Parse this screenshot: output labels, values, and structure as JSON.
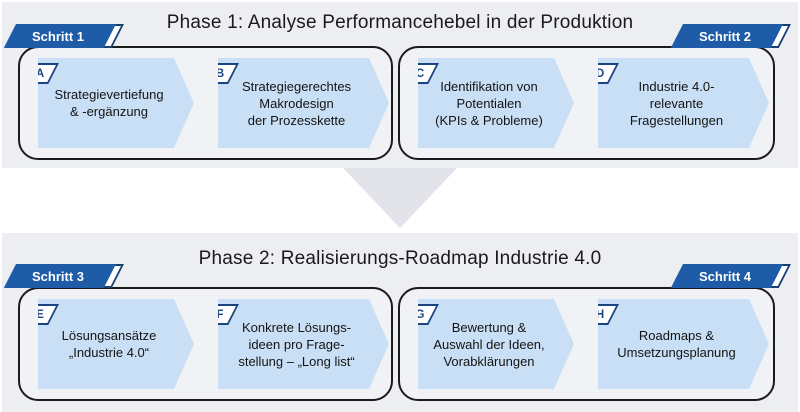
{
  "colors": {
    "ribbon_blue": "#1f5ca8",
    "arrow_blue": "#c9dff5",
    "panel_gray": "#edeef2",
    "connector_gray": "#e3e4e9",
    "box_border": "#1b1b1b",
    "badge_blue": "#1a4480"
  },
  "connector": {
    "shape": "down-triangle"
  },
  "phases": [
    {
      "title": "Phase 1: Analyse Performancehebel in der Produktion",
      "groups": [
        {
          "banner": "Schritt 1",
          "arrows": [
            {
              "badge": "A",
              "lines": [
                "Strategievertiefung",
                "& -ergänzung"
              ]
            },
            {
              "badge": "B",
              "lines": [
                "Strategiegerechtes",
                "Makrodesign",
                "der Prozesskette"
              ]
            }
          ]
        },
        {
          "banner": "Schritt 2",
          "arrows": [
            {
              "badge": "C",
              "lines": [
                "Identifikation von",
                "Potentialen",
                "(KPIs & Probleme)"
              ]
            },
            {
              "badge": "D",
              "lines": [
                "Industrie 4.0-",
                "relevante",
                "Fragestellungen"
              ]
            }
          ]
        }
      ]
    },
    {
      "title": "Phase 2: Realisierungs-Roadmap Industrie 4.0",
      "groups": [
        {
          "banner": "Schritt 3",
          "arrows": [
            {
              "badge": "E",
              "lines": [
                "Lösungsansätze",
                "„Industrie 4.0“"
              ]
            },
            {
              "badge": "F",
              "lines": [
                "Konkrete Lösungs-",
                "ideen pro Frage-",
                "stellung – „Long list“"
              ]
            }
          ]
        },
        {
          "banner": "Schritt 4",
          "arrows": [
            {
              "badge": "G",
              "lines": [
                "Bewertung &",
                "Auswahl der Ideen,",
                "Vorabklärungen"
              ]
            },
            {
              "badge": "H",
              "lines": [
                "Roadmaps &",
                "Umsetzungsplanung"
              ]
            }
          ]
        }
      ]
    }
  ]
}
